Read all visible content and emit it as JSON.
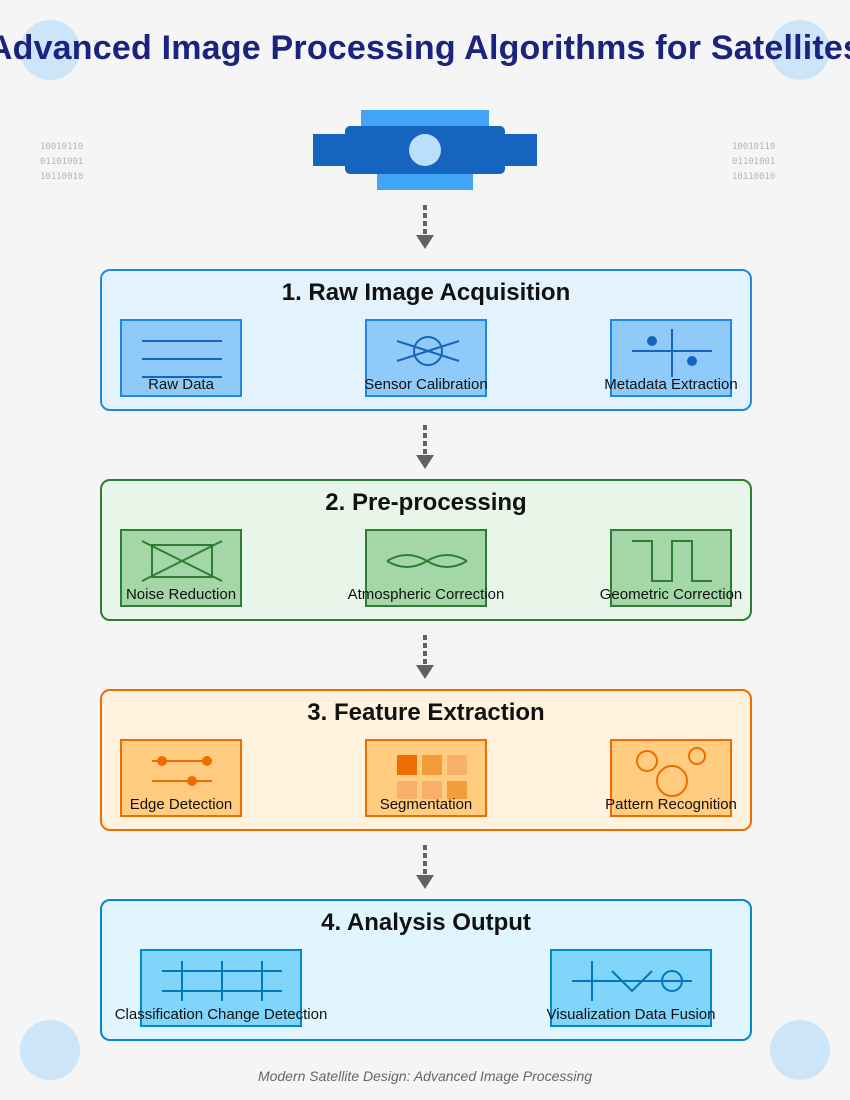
{
  "title": "Advanced Image Processing Algorithms for Satellites",
  "binary_left": [
    "10010110",
    "01101001",
    "10110010"
  ],
  "binary_right": [
    "10010110",
    "01101001",
    "10110010"
  ],
  "stages": [
    {
      "title": "1. Raw Image Acquisition",
      "steps": [
        {
          "label": "Raw Data",
          "icon": "horizontal-lines-icon"
        },
        {
          "label": "Sensor Calibration",
          "icon": "calibration-target-icon"
        },
        {
          "label": "Metadata Extraction",
          "icon": "crosshair-points-icon"
        }
      ]
    },
    {
      "title": "2. Pre-processing",
      "steps": [
        {
          "label": "Noise Reduction",
          "icon": "crossed-box-icon"
        },
        {
          "label": "Atmospheric Correction",
          "icon": "wave-icon"
        },
        {
          "label": "Geometric Correction",
          "icon": "square-wave-icon"
        }
      ]
    },
    {
      "title": "3. Feature Extraction",
      "steps": [
        {
          "label": "Edge Detection",
          "icon": "slider-lines-icon"
        },
        {
          "label": "Segmentation",
          "icon": "grid-squares-icon"
        },
        {
          "label": "Pattern Recognition",
          "icon": "circles-icon"
        }
      ]
    },
    {
      "title": "4. Analysis Output",
      "steps": [
        {
          "label": "Classification Change Detection",
          "icon": "table-grid-icon"
        },
        {
          "label": "Visualization Data Fusion",
          "icon": "line-check-circle-icon"
        }
      ]
    }
  ],
  "footer": "Modern Satellite Design: Advanced Image Processing",
  "colors": {
    "title": "#1a237e",
    "stage1": "#1e88e5",
    "stage2": "#2e7d32",
    "stage3": "#ef6c00",
    "stage4": "#0288d1",
    "arrow": "#616161"
  }
}
